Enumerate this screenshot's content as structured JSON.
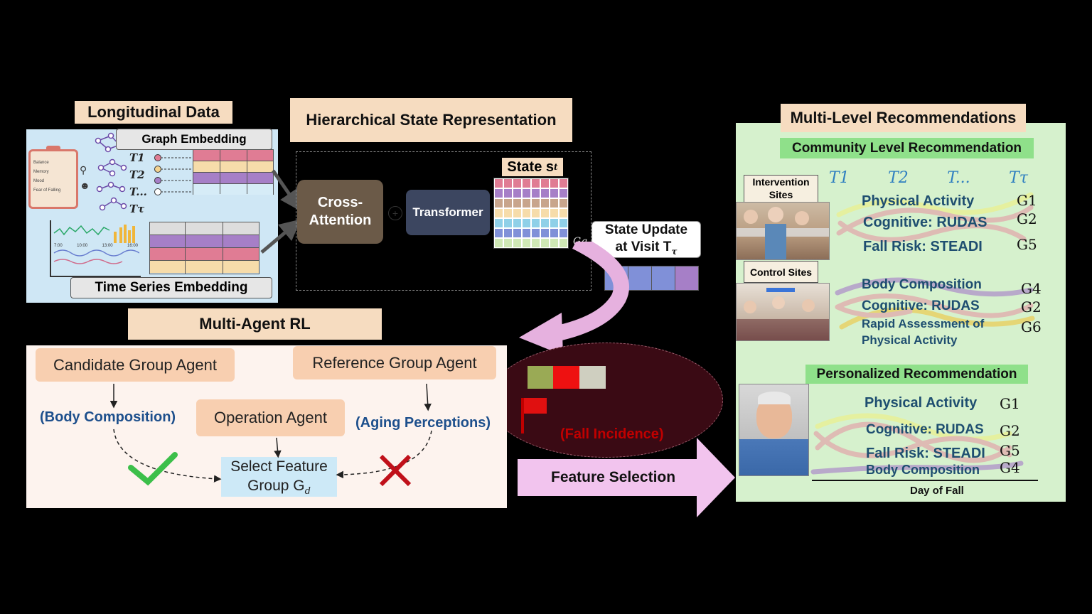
{
  "longitudinal": {
    "title": "Longitudinal Data",
    "graph_embedding": "Graph Embedding",
    "time_series_embedding": "Time Series Embedding",
    "clipboard_items": [
      "Balance",
      "Memory",
      "Mood",
      "Fear of Falling"
    ],
    "time_labels": [
      "T1",
      "T2",
      "T...",
      "Tτ"
    ],
    "axis_ticks": [
      "7:00",
      "10:00",
      "13:00",
      "16:00"
    ]
  },
  "hierarchical": {
    "title": "Hierarchical State Representation",
    "cross_attention": "Cross-\nAttention",
    "transformer": "Transformer",
    "state": "State s",
    "state_sub": "t",
    "gq": "Gq",
    "state_update_line1": "State Update",
    "state_update_line2": "at Visit T",
    "state_update_sub": "τ"
  },
  "marl": {
    "title": "Multi-Agent RL",
    "candidate_agent": "Candidate Group Agent",
    "reference_agent": "Reference Group Agent",
    "operation_agent": "Operation Agent",
    "body_composition": "(Body Composition)",
    "aging_perceptions": "(Aging Perceptions)",
    "select_feature_line1": "Select Feature",
    "select_feature_line2": "Group G",
    "select_feature_sub": "d"
  },
  "outcome": {
    "fall_incidence": "(Fall Incidence)",
    "feature_selection": "Feature Selection"
  },
  "recommendations": {
    "title": "Multi-Level Recommendations",
    "community_title": "Community Level Recommendation",
    "personalized_title": "Personalized Recommendation",
    "intervention_sites": "Intervention\nSites",
    "control_sites": "Control Sites",
    "time_headers": [
      "T1",
      "T2",
      "T...",
      "Tτ"
    ],
    "intervention_items": [
      {
        "label": "Physical Activity",
        "group": "G1"
      },
      {
        "label": "Cognitive: RUDAS",
        "group": "G2"
      },
      {
        "label": "Fall Risk: STEADI",
        "group": "G5"
      }
    ],
    "control_items": [
      {
        "label": "Body Composition",
        "group": "G4"
      },
      {
        "label": "Cognitive: RUDAS",
        "group": "G2"
      },
      {
        "label": "Rapid Assessment of\nPhysical Activity",
        "group": "G6"
      }
    ],
    "personal_items": [
      {
        "label": "Physical Activity",
        "group": "G1"
      },
      {
        "label": "Cognitive: RUDAS",
        "group": "G2"
      },
      {
        "label": "Fall Risk: STEADI",
        "group": "G5"
      },
      {
        "label": "Body Composition",
        "group": "G4"
      }
    ],
    "day_of_fall": "Day of Fall"
  },
  "colors": {
    "header_bg": "#f6dcc0",
    "longitudinal_bg": "#cfe7f5",
    "marl_bg": "#fdf3ee",
    "rec_bg": "#d6f1cd",
    "rec_title_bg": "#8fe08a",
    "agent_bg": "#f8cfb0",
    "select_bg": "#cde9f7",
    "cross_attention_bg": "#6b5a48",
    "transformer_bg": "#3c4660",
    "arrow_pink": "#e6b1df",
    "fall_red": "#c00000"
  }
}
